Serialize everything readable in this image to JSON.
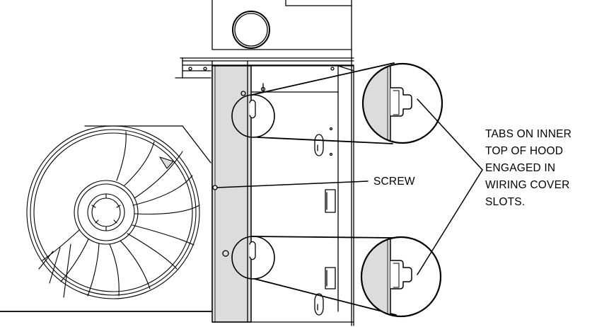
{
  "labels": {
    "screw": "SCREW",
    "tabs_lines": [
      "TABS ON INNER",
      "TOP OF HOOD",
      "ENGAGED IN",
      "WIRING COVER",
      "SLOTS."
    ]
  },
  "colors": {
    "line": "#000000",
    "panel": "#dcdcdc",
    "background": "#ffffff"
  }
}
